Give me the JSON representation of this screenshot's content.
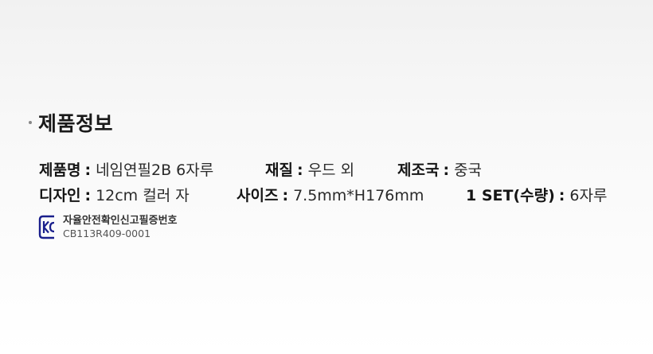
{
  "section": {
    "title": "제품정보"
  },
  "specs": {
    "row1": [
      {
        "label": "제품명",
        "sep": ":",
        "value": "네임연필2B 6자루"
      },
      {
        "label": "재질",
        "sep": ":",
        "value": "우드 외"
      },
      {
        "label": "제조국",
        "sep": ":",
        "value": "중국"
      }
    ],
    "row2": [
      {
        "label": "디자인",
        "sep": ":",
        "value": "12cm 컬러 자"
      },
      {
        "label": "사이즈",
        "sep": ":",
        "value": "7.5mm*H176mm"
      },
      {
        "label": "1 SET(수량)",
        "sep": ":",
        "value": "6자루"
      }
    ]
  },
  "certification": {
    "logo_icon": "kc-mark-icon",
    "title": "자율안전확인신고필증번호",
    "number": "CB113R409-0001"
  },
  "colors": {
    "text": "#1b1b1b",
    "logo": "#1a1f8c"
  }
}
